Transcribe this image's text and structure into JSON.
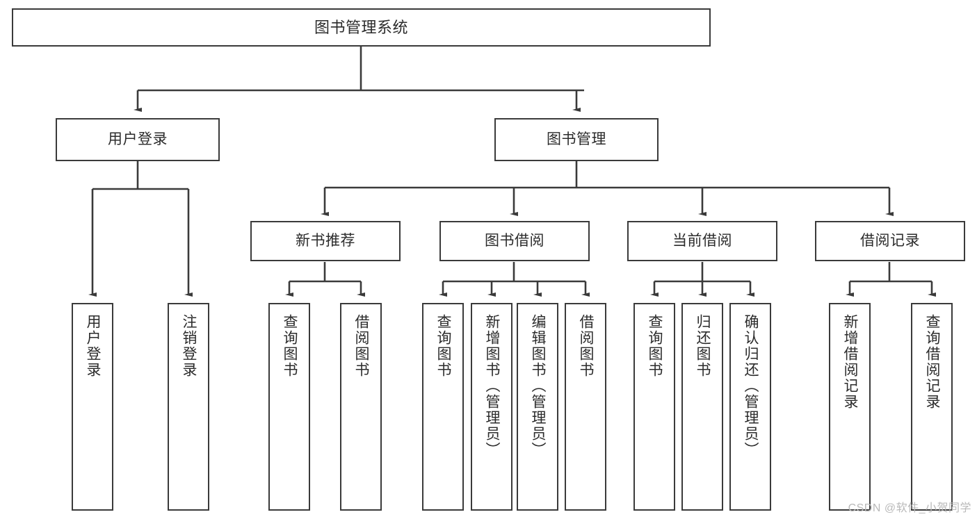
{
  "diagram": {
    "title_node": {
      "label": "图书管理系统"
    },
    "level1": [
      {
        "id": "user-login",
        "label": "用户登录"
      },
      {
        "id": "book-manage",
        "label": "图书管理"
      }
    ],
    "level2": [
      {
        "id": "new-book-rec",
        "label": "新书推荐"
      },
      {
        "id": "book-borrow",
        "label": "图书借阅"
      },
      {
        "id": "current-borrow",
        "label": "当前借阅"
      },
      {
        "id": "borrow-record",
        "label": "借阅记录"
      }
    ],
    "leaves": {
      "user_login": [
        {
          "id": "leaf-user-login",
          "label": "用户登录"
        },
        {
          "id": "leaf-logout",
          "label": "注销登录"
        }
      ],
      "new_book_rec": [
        {
          "id": "leaf-query-book-1",
          "label": "查询图书"
        },
        {
          "id": "leaf-borrow-book-1",
          "label": "借阅图书"
        }
      ],
      "book_borrow": [
        {
          "id": "leaf-query-book-2",
          "label": "查询图书"
        },
        {
          "id": "leaf-add-book",
          "label": "新增图书（管理员）"
        },
        {
          "id": "leaf-edit-book",
          "label": "编辑图书（管理员）"
        },
        {
          "id": "leaf-borrow-book-2",
          "label": "借阅图书"
        }
      ],
      "current_borrow": [
        {
          "id": "leaf-query-book-3",
          "label": "查询图书"
        },
        {
          "id": "leaf-return-book",
          "label": "归还图书"
        },
        {
          "id": "leaf-confirm-return",
          "label": "确认归还（管理员）"
        }
      ],
      "borrow_record": [
        {
          "id": "leaf-add-record",
          "label": "新增借阅记录"
        },
        {
          "id": "leaf-query-record",
          "label": "查询借阅记录"
        }
      ]
    }
  },
  "watermark": {
    "text": "CSDN @软件_小贺同学"
  },
  "colors": {
    "stroke": "#3a3a3a",
    "fill": "#ffffff",
    "text": "#2b2b2b",
    "watermark": "#b9b9b9"
  }
}
